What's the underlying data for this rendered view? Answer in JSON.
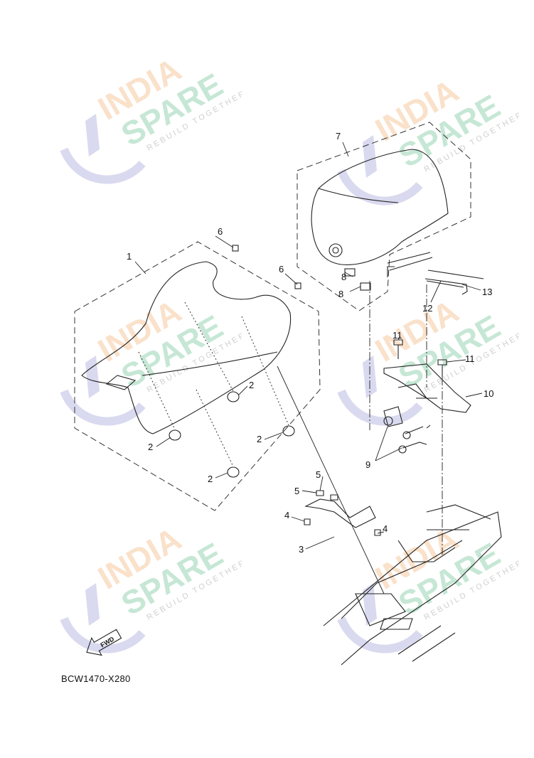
{
  "diagram_code": "BCW1470-X280",
  "fwd_label": "FWD",
  "watermark": {
    "line1": "INDIA",
    "line2": "SPARE",
    "tagline": "REBUILD TOGETHER"
  },
  "colors": {
    "watermark_orange": "#f6c9a0",
    "watermark_green": "#8fd1ad",
    "watermark_icon": "#d9d9ef",
    "line": "#222222"
  },
  "callouts": [
    "1",
    "2",
    "2",
    "2",
    "2",
    "3",
    "4",
    "4",
    "5",
    "5",
    "6",
    "6",
    "7",
    "8",
    "8",
    "9",
    "10",
    "11",
    "11",
    "12",
    "13"
  ]
}
